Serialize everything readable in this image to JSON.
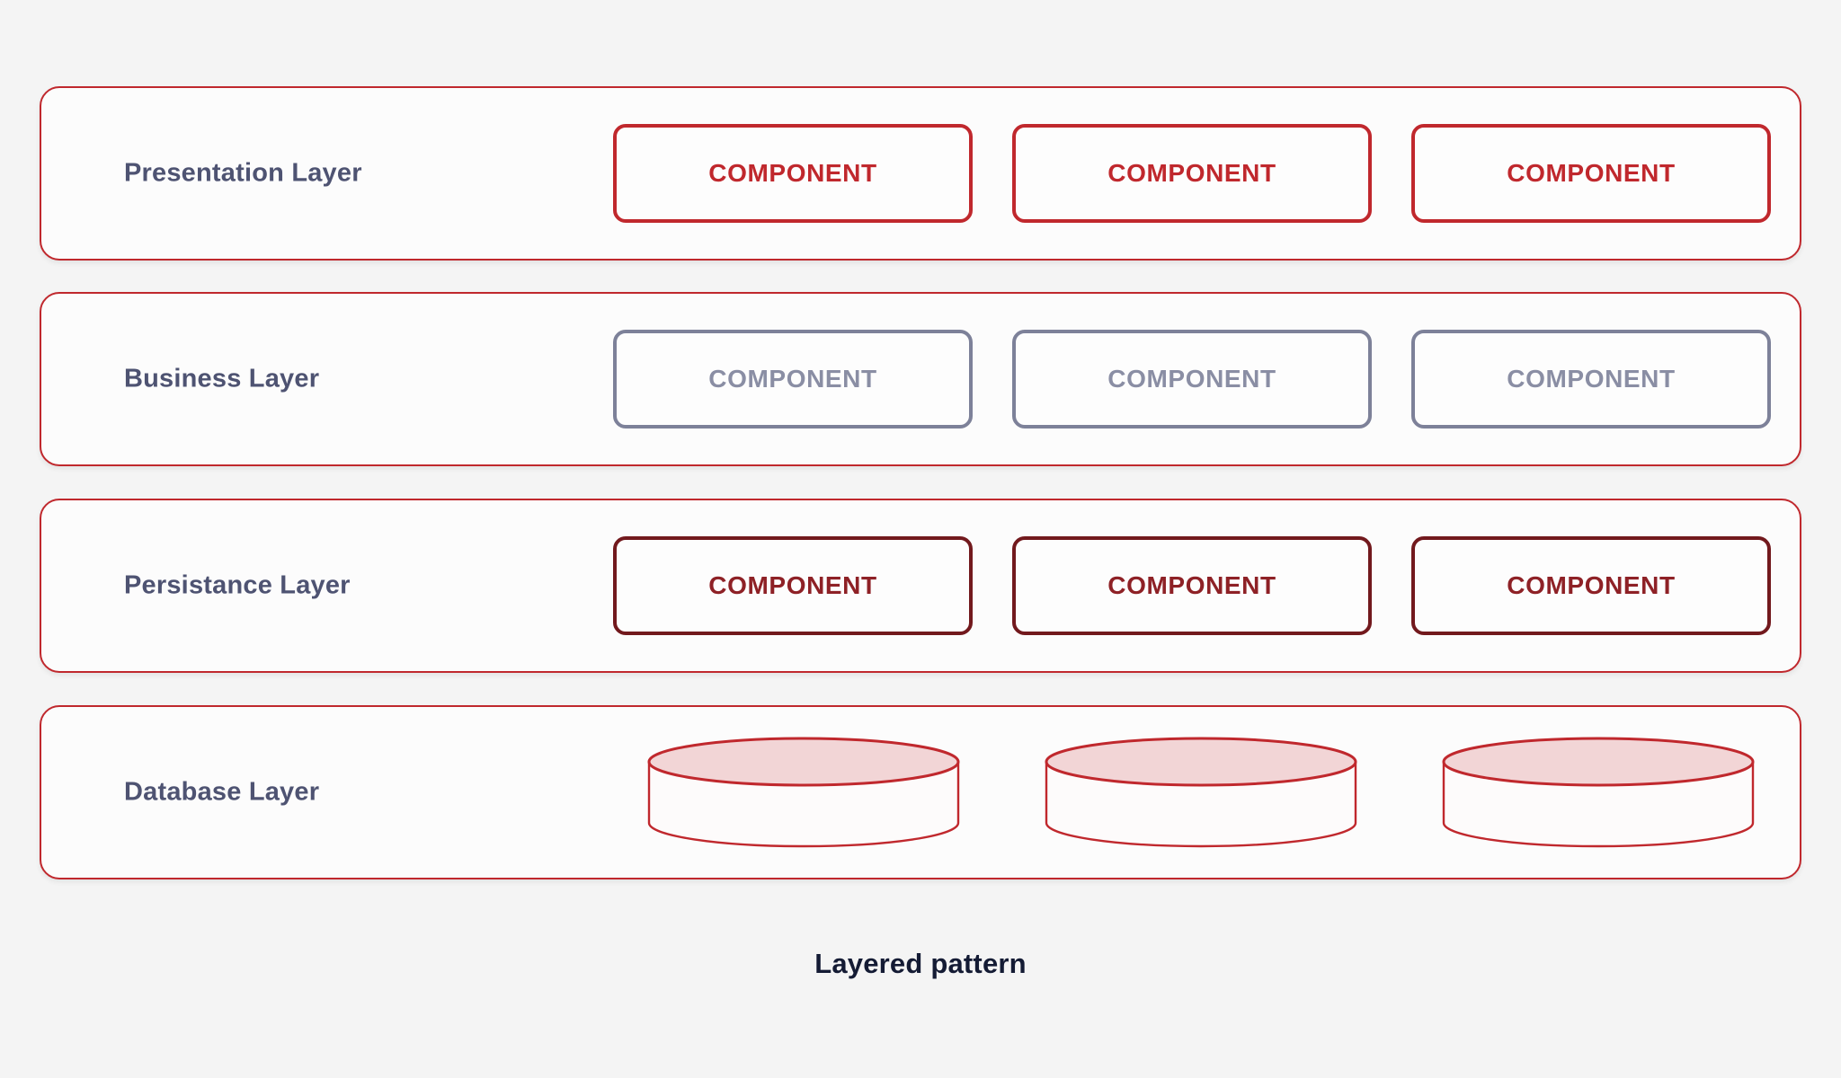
{
  "diagram": {
    "title": "Layered pattern",
    "background_color": "#f4f4f4",
    "card_color": "#fcfcfc",
    "accent_color": "#c0282d",
    "label_color": "#4e5372",
    "caption_color": "#141b34"
  },
  "layers": [
    {
      "id": "presentation",
      "label": "Presentation Layer",
      "item_type": "component-box",
      "border_color": "#c0282d",
      "text_color": "#c0282d",
      "items": [
        {
          "label": "COMPONENT"
        },
        {
          "label": "COMPONENT"
        },
        {
          "label": "COMPONENT"
        }
      ]
    },
    {
      "id": "business",
      "label": "Business Layer",
      "item_type": "component-box",
      "border_color": "#7d8199",
      "text_color": "#8a8ea4",
      "items": [
        {
          "label": "COMPONENT"
        },
        {
          "label": "COMPONENT"
        },
        {
          "label": "COMPONENT"
        }
      ]
    },
    {
      "id": "persistance",
      "label": "Persistance Layer",
      "item_type": "component-box",
      "border_color": "#72191d",
      "text_color": "#8e2126",
      "items": [
        {
          "label": "COMPONENT"
        },
        {
          "label": "COMPONENT"
        },
        {
          "label": "COMPONENT"
        }
      ]
    },
    {
      "id": "database",
      "label": "Database Layer",
      "item_type": "database-cylinder",
      "border_color": "#c0282d",
      "top_fill_color": "#f2d5d6",
      "body_fill_color": "#fdfbfb",
      "items": [
        {
          "label": ""
        },
        {
          "label": ""
        },
        {
          "label": ""
        }
      ]
    }
  ],
  "caption": {
    "text": "Layered pattern"
  }
}
